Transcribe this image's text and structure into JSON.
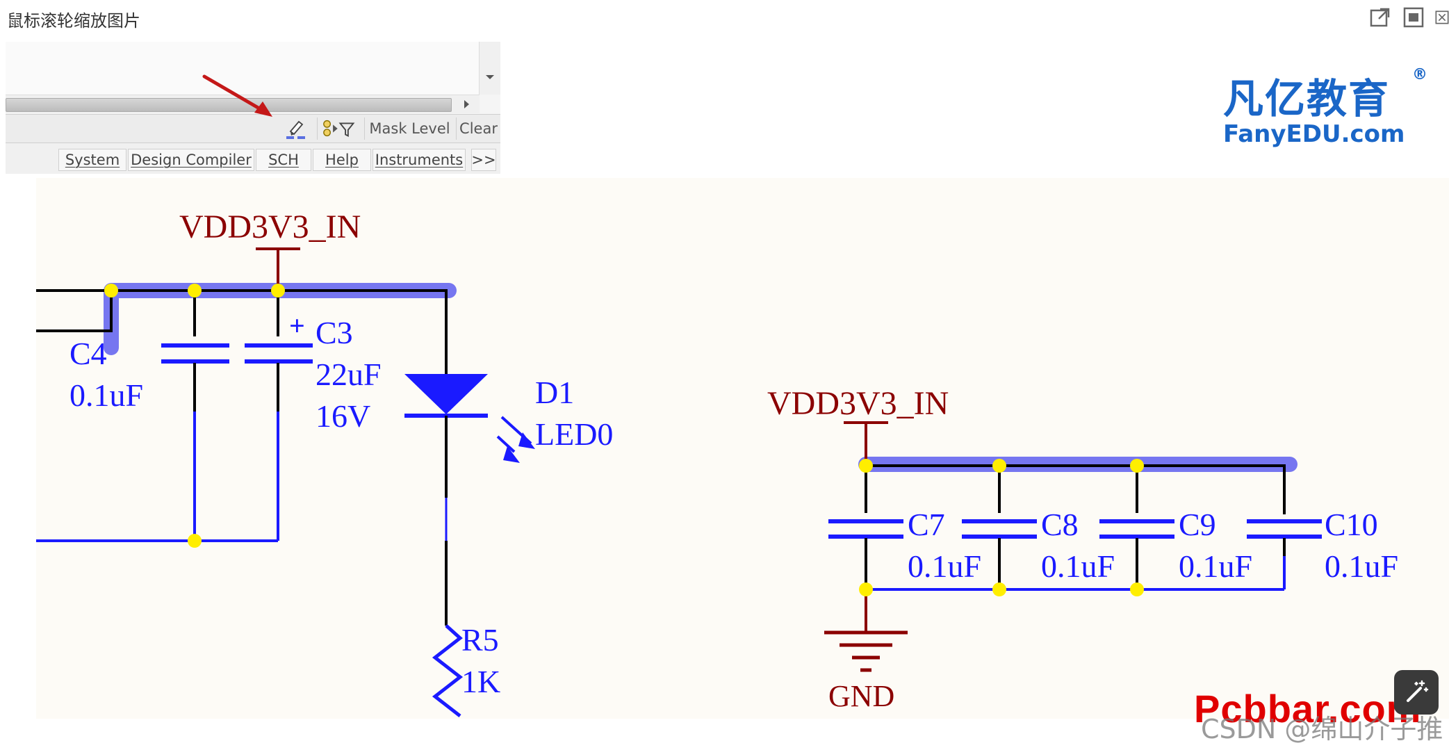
{
  "header": {
    "title": "鼠标滚轮缩放图片"
  },
  "window_controls": {
    "open_external": "open-external-icon",
    "fit": "fit-window-icon",
    "close": "close-icon"
  },
  "toolbar": {
    "tools": {
      "mask_level": "Mask Level",
      "clear": "Clear"
    },
    "tabs": [
      {
        "label": "System"
      },
      {
        "label": "Design Compiler"
      },
      {
        "label": "SCH"
      },
      {
        "label": "Help"
      },
      {
        "label": "Instruments"
      },
      {
        "label": ">>"
      }
    ]
  },
  "logo": {
    "cn": "凡亿教育",
    "reg": "®",
    "en": "FanyEDU.com"
  },
  "schematic": {
    "colors": {
      "wire_blue": "#1a1aff",
      "wire_black": "#000000",
      "net_red": "#8b0000",
      "highlight": "#6f6fef",
      "junction": "#ffee00"
    },
    "left": {
      "net": "VDD3V3_IN",
      "c4": {
        "ref": "C4",
        "value": "0.1uF"
      },
      "c3": {
        "ref": "C3",
        "value": "22uF",
        "voltage": "16V",
        "polarity": "+"
      },
      "d1": {
        "ref": "D1",
        "value": "LED0"
      },
      "r5": {
        "ref": "R5",
        "value": "1K"
      }
    },
    "right": {
      "net": "VDD3V3_IN",
      "gnd": "GND",
      "caps": [
        {
          "ref": "C7",
          "value": "0.1uF"
        },
        {
          "ref": "C8",
          "value": "0.1uF"
        },
        {
          "ref": "C9",
          "value": "0.1uF"
        },
        {
          "ref": "C10",
          "value": "0.1uF"
        }
      ]
    }
  },
  "watermarks": {
    "pcbbar": "Pcbbar.com",
    "csdn": "CSDN @绵山介子推"
  }
}
